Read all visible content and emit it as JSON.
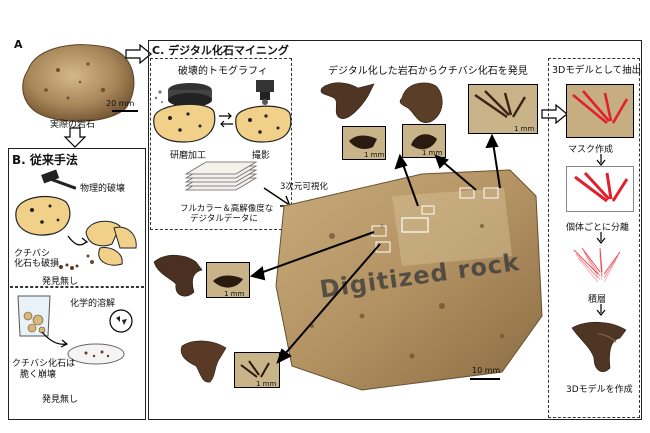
{
  "panelA": {
    "letter": "A",
    "caption": "実際の岩石",
    "scale": "20 mm"
  },
  "panelB": {
    "title": "B. 従来手法",
    "physical": "物理的破壊",
    "fossil_broken_1": "クチバシ",
    "fossil_broken_2": "化石も破損",
    "not_found_1": "発見無し",
    "chemical": "化学的溶解",
    "fossil_dissolved_1": "クチバシ化石は",
    "fossil_dissolved_2": "脆く崩壊",
    "not_found_2": "発見無し"
  },
  "panelC": {
    "title": "C. デジタル化石マイニング",
    "tomo_title": "破壊的トモグラフィ",
    "grinding": "研磨加工",
    "photo": "撮影",
    "fullcolor_1": "フルカラー＆高解像度な",
    "fullcolor_2": "デジタルデータに",
    "visualize": "3次元可視化",
    "discover_title": "デジタル化した岩石からクチバシ化石を発見",
    "inset_scale": "1 mm",
    "rock_text": "Digitized rock",
    "rock_scale": "10 mm",
    "extract_title": "3Dモデルとして抽出",
    "mask": "マスク作成",
    "separate": "個体ごとに分離",
    "stack": "積層",
    "model": "3Dモデルを作成"
  },
  "colors": {
    "rock": "#b89a6a",
    "rock_dark": "#7a5e3a",
    "fossil": "#4a3322",
    "mask_red": "#e0202a",
    "box_line": "#222222"
  }
}
